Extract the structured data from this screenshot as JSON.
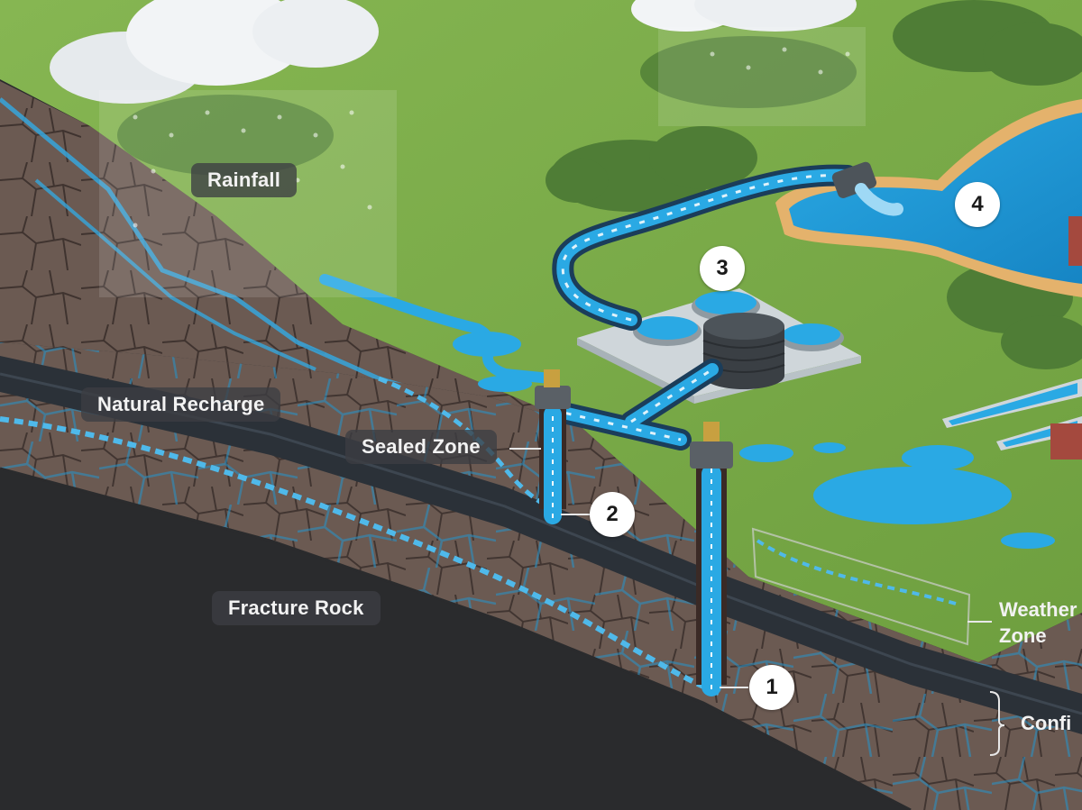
{
  "labels": {
    "rainfall": "Rainfall",
    "natural_recharge": "Natural Recharge",
    "sealed_zone": "Sealed Zone",
    "fracture_rock": "Fracture Rock",
    "weathered_line1": "Weather",
    "weathered_line2": "Zone",
    "confined": "Confi"
  },
  "markers": [
    "1",
    "2",
    "3",
    "4"
  ],
  "colors": {
    "grass": "#7fae4a",
    "water": "#1f9bd7",
    "rock": "#6b5a52",
    "rock_dark": "#2a2b2d",
    "confining": "#2b3138",
    "pipe": "#1b3d5a"
  }
}
